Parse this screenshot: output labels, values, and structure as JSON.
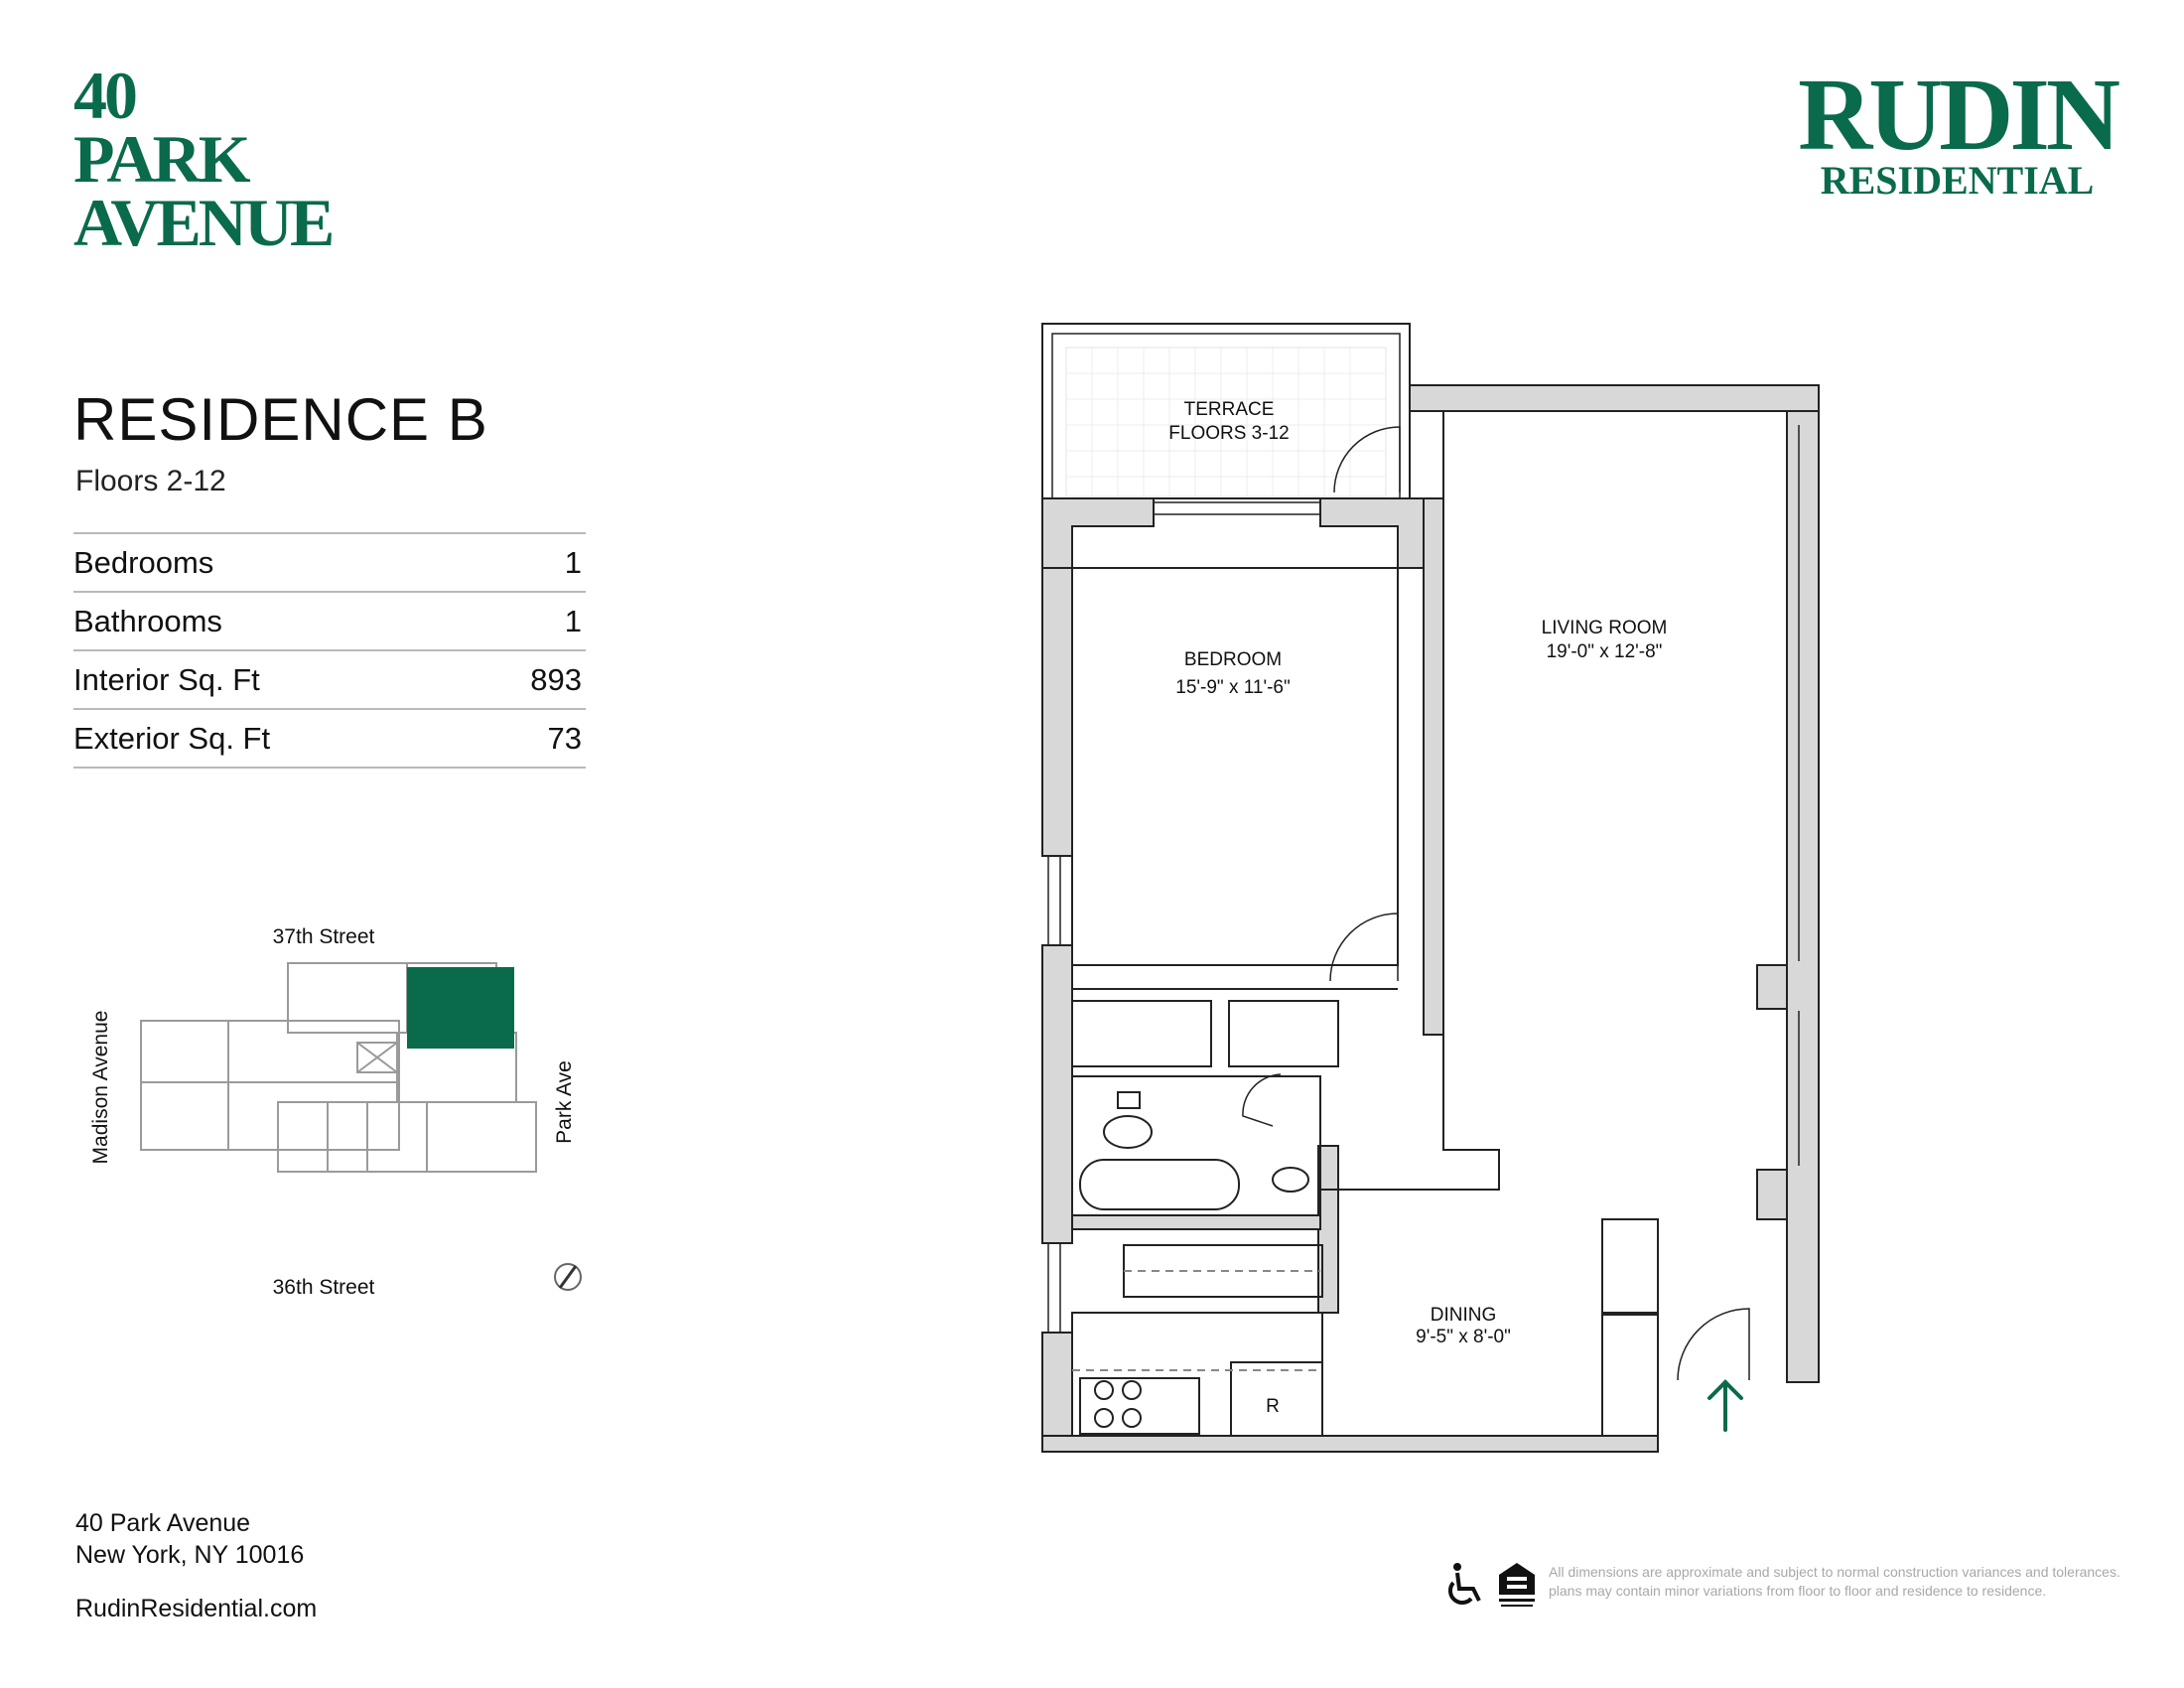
{
  "logo_left": {
    "line1": "40",
    "line2": "PARK",
    "line3": "AVENUE"
  },
  "logo_right": {
    "line1": "RUDIN",
    "line2": "RESIDENTIAL"
  },
  "residence": {
    "title": "RESIDENCE B",
    "floors": "Floors 2-12"
  },
  "specs": [
    {
      "label": "Bedrooms",
      "value": "1"
    },
    {
      "label": "Bathrooms",
      "value": "1"
    },
    {
      "label": "Interior Sq. Ft",
      "value": "893"
    },
    {
      "label": "Exterior Sq. Ft",
      "value": "73"
    }
  ],
  "key_plan": {
    "north_street": "37th Street",
    "south_street": "36th Street",
    "west_street": "Madison Avenue",
    "east_street": "Park Ave"
  },
  "floor_plan": {
    "terrace": {
      "name": "TERRACE",
      "note": "FLOORS 3-12"
    },
    "living_room": {
      "name": "LIVING ROOM",
      "dims": "19'-0\" x 12'-8\""
    },
    "bedroom": {
      "name": "BEDROOM",
      "dims": "15'-9\" x 11'-6\""
    },
    "dining": {
      "name": "DINING",
      "dims": "9'-5\" x 8'-0\""
    },
    "refrigerator": "R"
  },
  "address": {
    "line1": "40 Park Avenue",
    "line2": "New York, NY 10016"
  },
  "website": "RudinResidential.com",
  "disclaimer": "All dimensions are approximate and subject to normal construction variances and tolerances. plans may contain minor variations from floor to floor and residence to residence.",
  "colors": {
    "brand": "#0a6a4c",
    "wall": "#d8d8d8",
    "line": "#222222"
  }
}
